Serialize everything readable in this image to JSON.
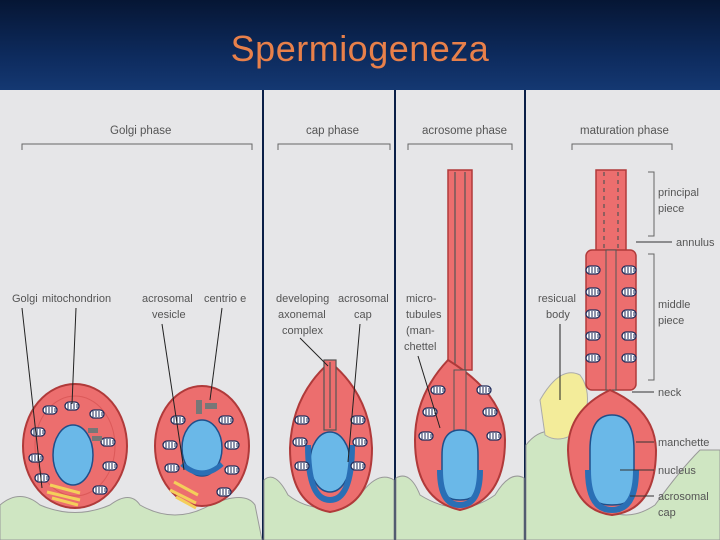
{
  "slide": {
    "title": "Spermiogeneza"
  },
  "phases": {
    "golgi": "Golgi phase",
    "cap": "cap phase",
    "acrosome": "acrosome phase",
    "maturation": "maturation phase"
  },
  "labels": {
    "golgi": "Golgi",
    "mitochondrion": "mitochondrion",
    "acrosomal_vesicle_1": "acrosomal",
    "acrosomal_vesicle_2": "vesicle",
    "centriole": "centrio e",
    "developing_1": "developing",
    "developing_2": "axonemal",
    "developing_3": "complex",
    "acrosomal_cap_1": "acrosomal",
    "acrosomal_cap_2": "cap",
    "microtubules_1": "micro-",
    "microtubules_2": "tubules",
    "microtubules_3": "(man-",
    "microtubules_4": "chettel",
    "residual_1": "resicual",
    "residual_2": "body",
    "principal_1": "principal",
    "principal_2": "piece",
    "annulus": "annulus",
    "middle_1": "middle",
    "middle_2": "piece",
    "neck": "neck",
    "manchette": "manchette",
    "nucleus": "nucleus",
    "acrosomal_cap_r1": "acrosomal",
    "acrosomal_cap_r2": "cap"
  },
  "colors": {
    "title": "#e8804a",
    "cytoplasm": "#ec6e6e",
    "nucleus": "#6ab8e8",
    "acrosome": "#2a6fb5",
    "sertoli": "#cfe6c2",
    "residual_body": "#f3ec9a",
    "panel": "#e6e6e8"
  }
}
